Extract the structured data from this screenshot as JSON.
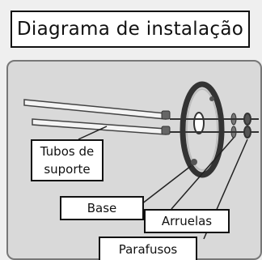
{
  "title": "Diagrama de instalação",
  "labels": {
    "tubos_line1": "Tubos de",
    "tubos_line2": "suporte",
    "base": "Base",
    "arruelas": "Arruelas",
    "parafusos": "Parafusos"
  },
  "colors": {
    "background": "#efefef",
    "panel": "#d9d9d9",
    "line": "#333333"
  }
}
